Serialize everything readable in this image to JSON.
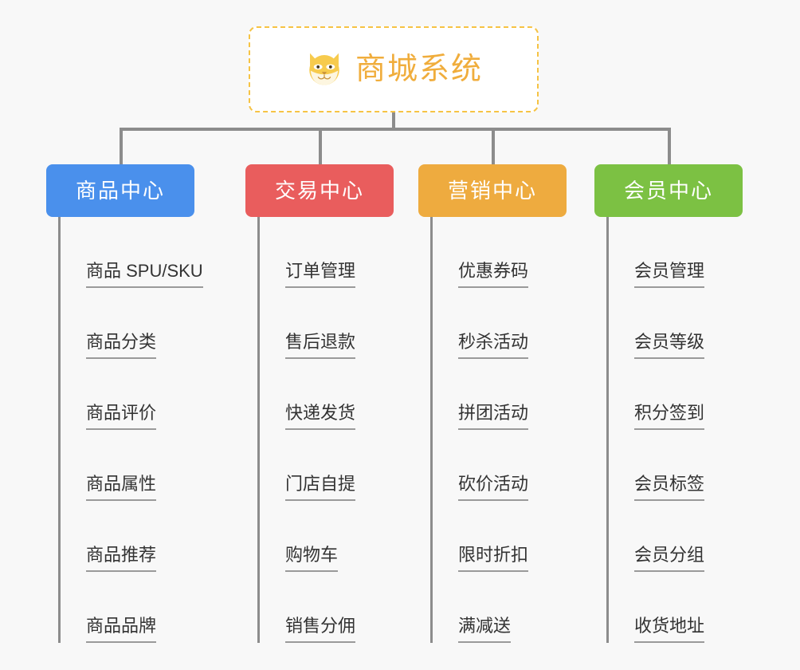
{
  "page": {
    "background_color": "#f8f8f8",
    "type": "organization-tree-diagram"
  },
  "root": {
    "title": "商城系统",
    "icon": "shiba-dog-emoji",
    "text_color": "#f0ad3c",
    "border_color": "#f6c344",
    "background_color": "#ffffff"
  },
  "connector": {
    "color": "#8c8c8c"
  },
  "columns": [
    {
      "category": "商品中心",
      "color": "#4a90ec",
      "items": [
        "商品 SPU/SKU",
        "商品分类",
        "商品评价",
        "商品属性",
        "商品推荐",
        "商品品牌"
      ]
    },
    {
      "category": "交易中心",
      "color": "#e95d5d",
      "items": [
        "订单管理",
        "售后退款",
        "快递发货",
        "门店自提",
        "购物车",
        "销售分佣"
      ]
    },
    {
      "category": "营销中心",
      "color": "#eeab3f",
      "items": [
        "优惠券码",
        "秒杀活动",
        "拼团活动",
        "砍价活动",
        "限时折扣",
        "满减送"
      ]
    },
    {
      "category": "会员中心",
      "color": "#7cc143",
      "items": [
        "会员管理",
        "会员等级",
        "积分签到",
        "会员标签",
        "会员分组",
        "收货地址"
      ]
    }
  ]
}
